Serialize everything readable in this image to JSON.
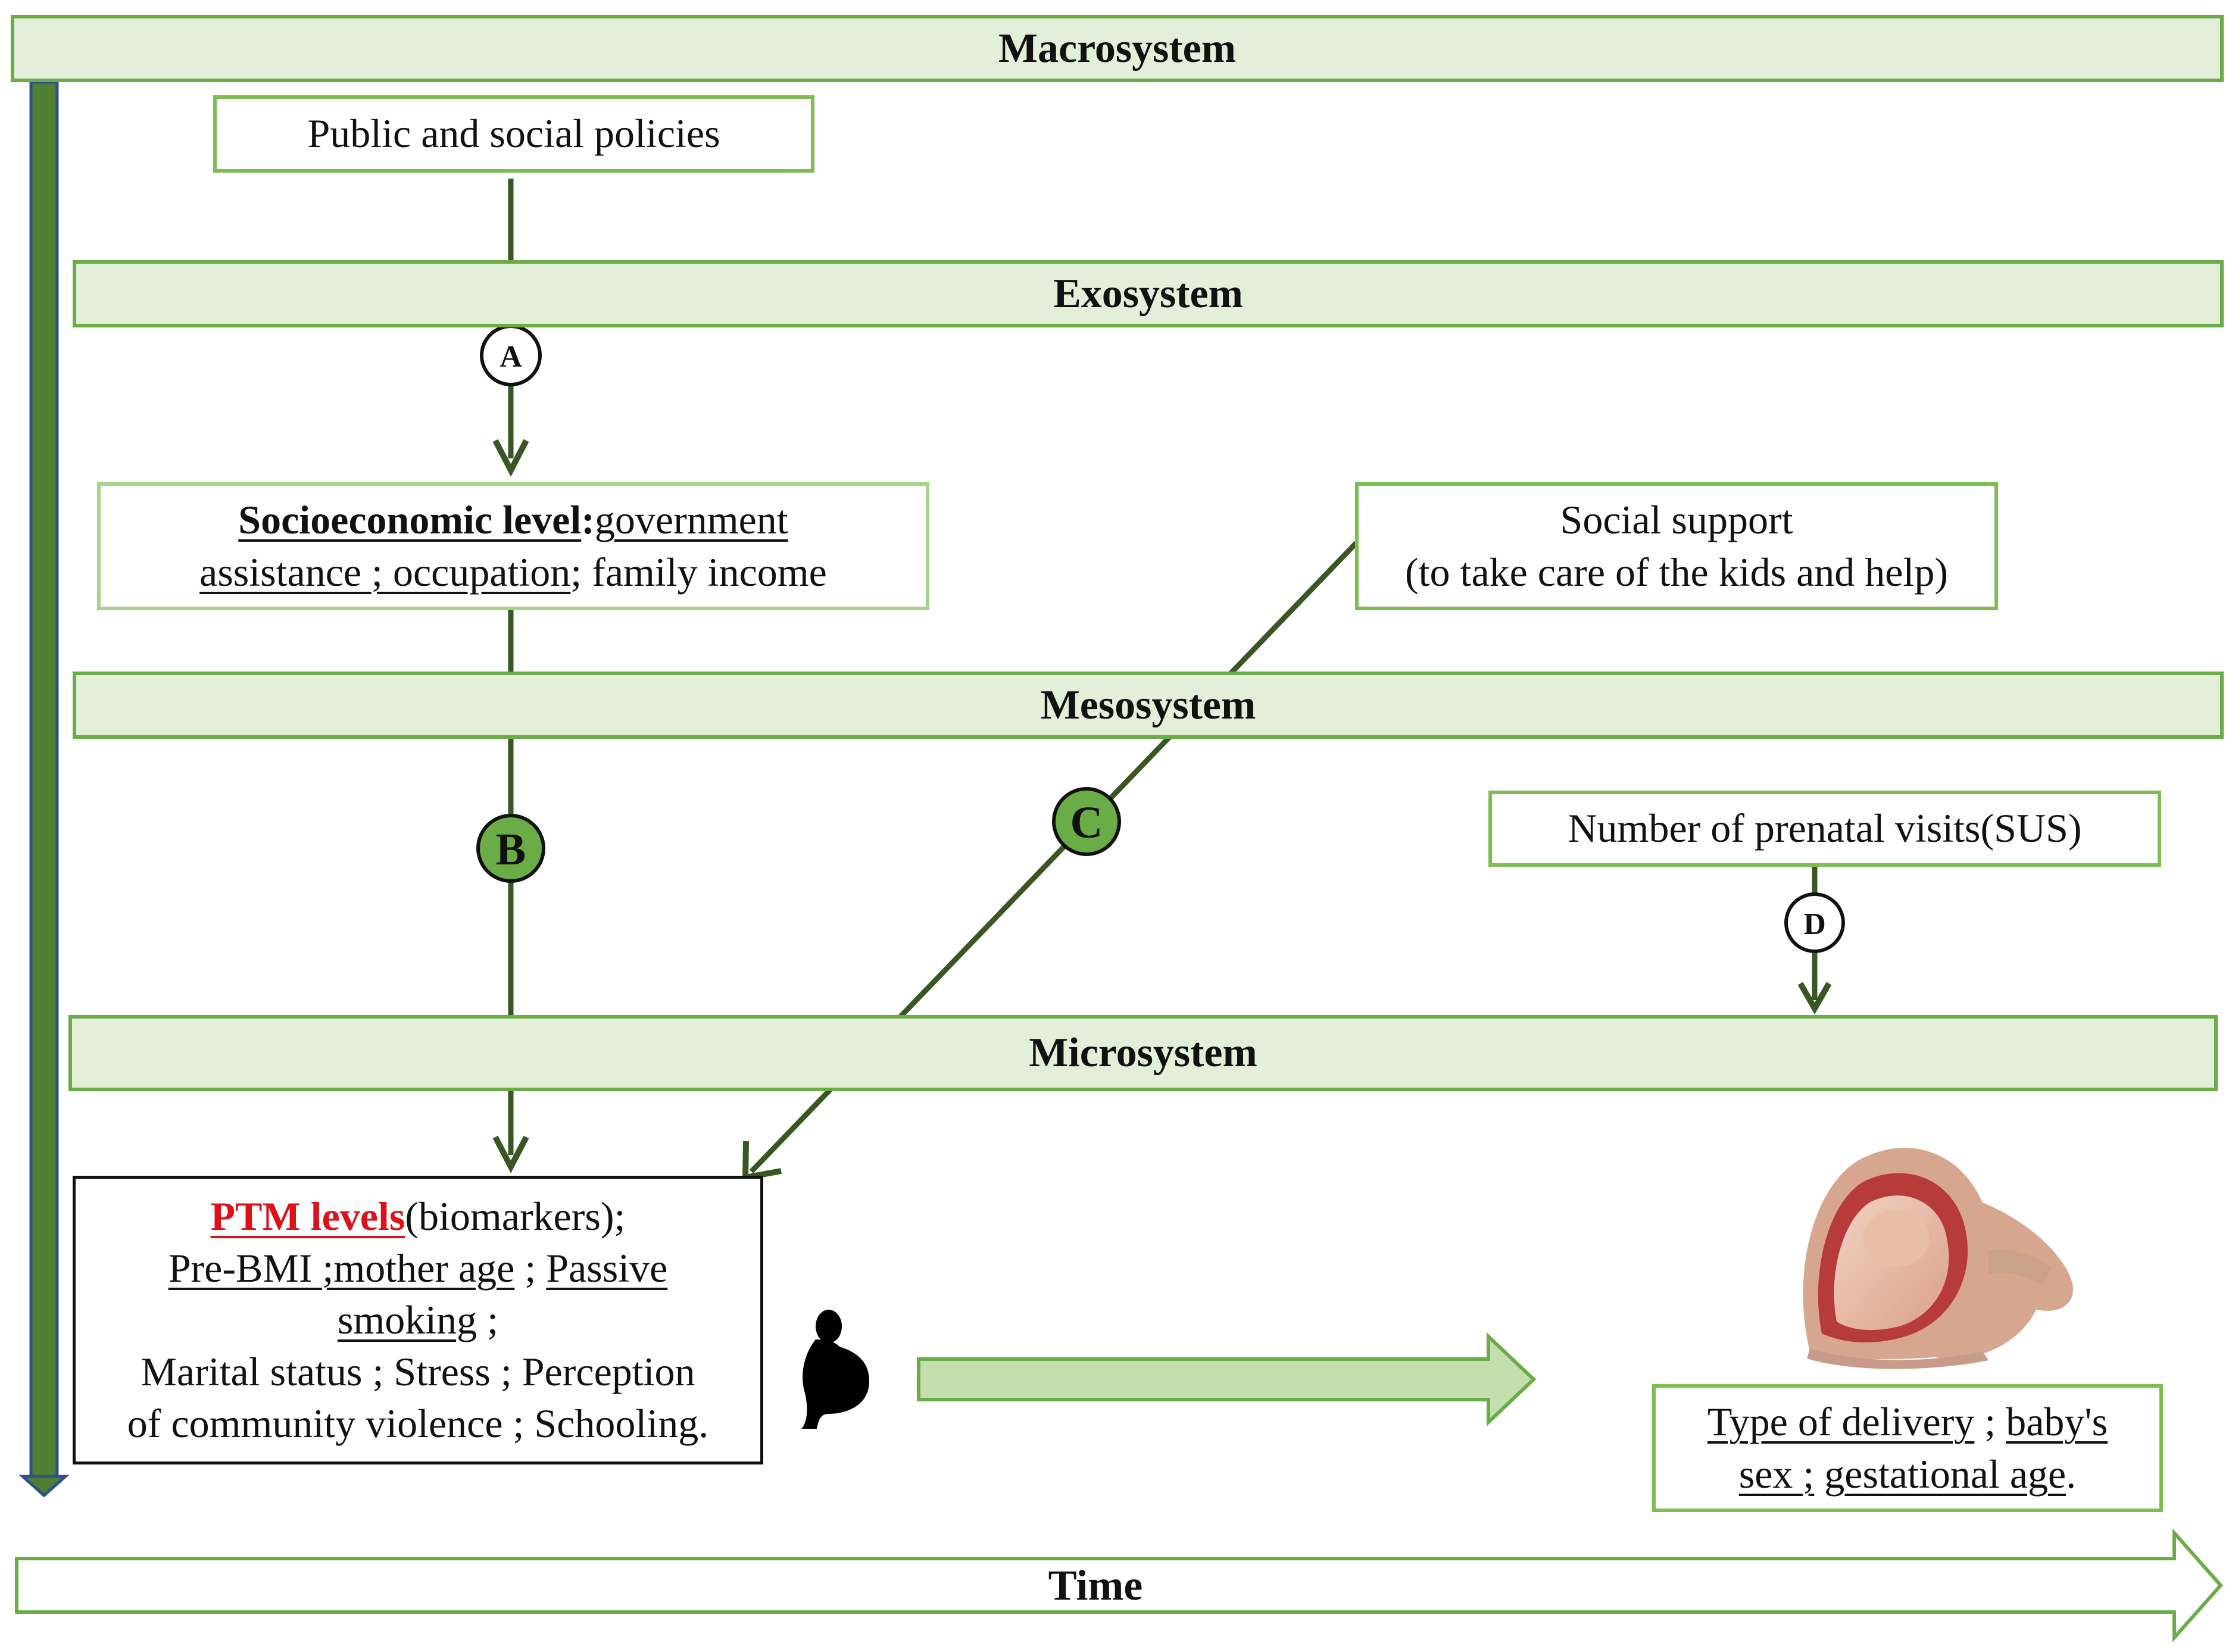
{
  "bands": {
    "macro": "Macrosystem",
    "exo": "Exosystem",
    "meso": "Mesosystem",
    "micro": "Microsystem"
  },
  "boxes": {
    "policies": "Public and social policies",
    "socioeconomic": {
      "title": "Socioeconomic level",
      "colon": ":",
      "government": "government",
      "assistance": "assistance ; occupation",
      "income": "; family  income"
    },
    "social_support": {
      "line1": "Social support",
      "line2": "(to take care of the kids and help)"
    },
    "prenatal": "Number of prenatal visits(SUS)",
    "ptm": {
      "title": "PTM levels",
      "biomarkers": "(biomarkers);",
      "pre_bmi": "Pre-BMI ;",
      "mother_age": "mother age",
      "sep1": " ; ",
      "passive": "Passive",
      "smoking": "smoking",
      "sep2": " ;",
      "line4": "Marital status ; Stress ; Perception",
      "line5": "of community  violence ; Schooling."
    },
    "delivery": {
      "type": "Type of delivery",
      "sep1": " ; ",
      "babys": "baby's",
      "sex": "sex ;",
      "gest": "gestational age",
      "end": "."
    }
  },
  "markers": {
    "a": "A",
    "b": "B",
    "c": "C",
    "d": "D"
  },
  "time_label": "Time",
  "colors": {
    "band_fill": "#e3efd9",
    "band_border": "#6aac45",
    "arrow": "#385723",
    "marker_fill": "#6aac45",
    "left_bar": "#4f7f33",
    "left_bar_edge": "#2f4f8f",
    "highlight": "#e0101a"
  },
  "icons": {
    "pregnant": "pregnant-silhouette-icon",
    "fetus": "fetus-in-womb-illustration"
  }
}
